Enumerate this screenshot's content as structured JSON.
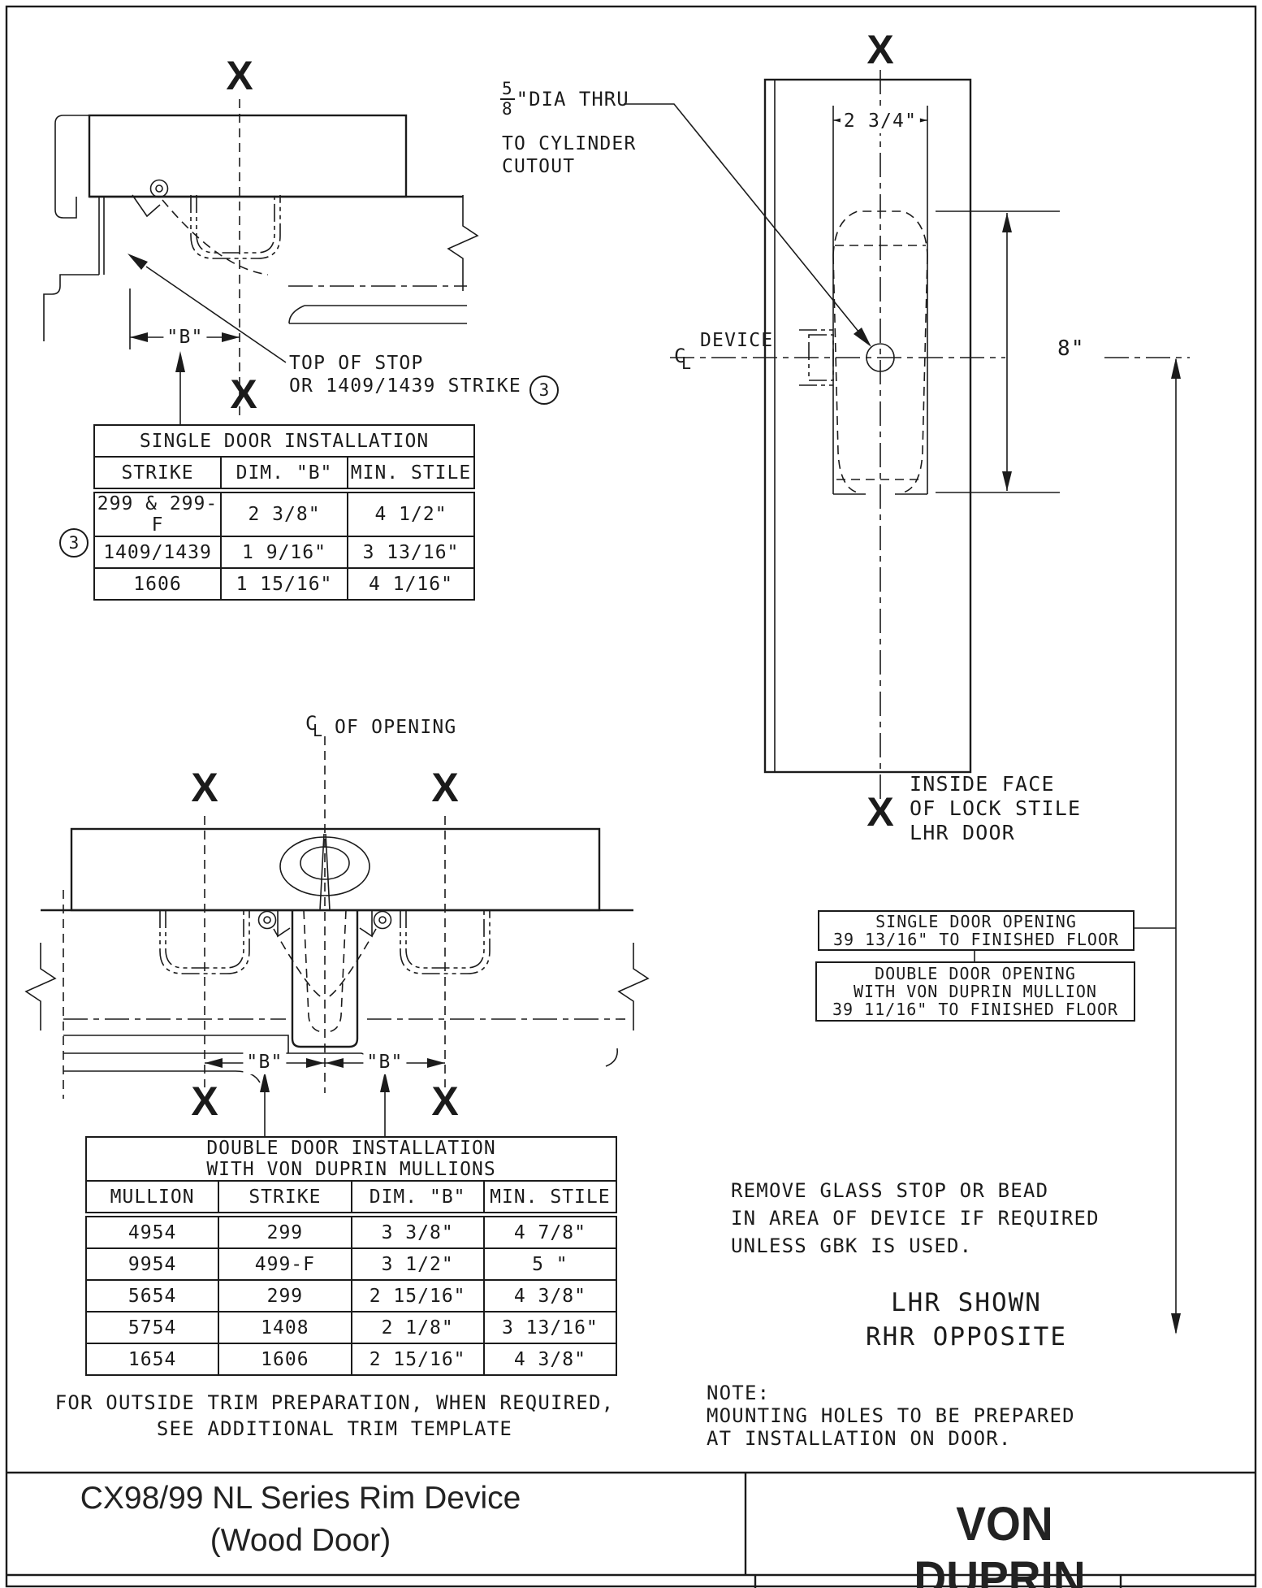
{
  "drawing": {
    "marker_x": "X",
    "cl_c": "C",
    "cl_l": "L"
  },
  "section_single": {
    "dim_b": "\"B\"",
    "callout_line1": "TOP OF STOP",
    "callout_line2": "OR 1409/1439 STRIKE",
    "callout_ref": "3"
  },
  "single_table": {
    "title": "SINGLE DOOR INSTALLATION",
    "columns": [
      "STRIKE",
      "DIM. \"B\"",
      "MIN. STILE"
    ],
    "rows": [
      [
        "299 & 299-F",
        "2 3/8\"",
        "4 1/2\""
      ],
      [
        "1409/1439",
        "1 9/16\"",
        "3 13/16\""
      ],
      [
        "1606",
        "1 15/16\"",
        "4 1/16\""
      ]
    ],
    "row_marker": "3"
  },
  "elevation": {
    "dia_numerator": "5",
    "dia_denominator": "8",
    "dia_suffix": "\"DIA THRU",
    "dia_line2": "TO CYLINDER",
    "dia_line3": "CUTOUT",
    "width_dim": "2 3/4\"",
    "device_label": "DEVICE",
    "height_dim": "8\"",
    "inside_face_line1": "INSIDE FACE",
    "inside_face_line2": "OF LOCK STILE",
    "inside_face_line3": "LHR DOOR"
  },
  "section_double": {
    "opening_label": "OF OPENING",
    "dim_b_left": "\"B\"",
    "dim_b_right": "\"B\""
  },
  "opening_boxes": {
    "single_line1": "SINGLE DOOR OPENING",
    "single_line2": "39 13/16\" TO FINISHED FLOOR",
    "double_line1": "DOUBLE DOOR OPENING",
    "double_line2": "WITH VON DUPRIN MULLION",
    "double_line3": "39 11/16\" TO FINISHED FLOOR"
  },
  "double_table": {
    "title": [
      "DOUBLE DOOR INSTALLATION",
      "WITH VON DUPRIN MULLIONS"
    ],
    "columns": [
      "MULLION",
      "STRIKE",
      "DIM. \"B\"",
      "MIN. STILE"
    ],
    "rows": [
      [
        "4954",
        "299",
        "3 3/8\"",
        "4 7/8\""
      ],
      [
        "9954",
        "499-F",
        "3 1/2\"",
        "5 \""
      ],
      [
        "5654",
        "299",
        "2 15/16\"",
        "4 3/8\""
      ],
      [
        "5754",
        "1408",
        "2 1/8\"",
        "3 13/16\""
      ],
      [
        "1654",
        "1606",
        "2 15/16\"",
        "4 3/8\""
      ]
    ]
  },
  "notes": {
    "trim_line1": "FOR OUTSIDE TRIM PREPARATION, WHEN REQUIRED,",
    "trim_line2": "SEE ADDITIONAL TRIM TEMPLATE",
    "glass_line1": "REMOVE GLASS STOP OR BEAD",
    "glass_line2": "IN AREA OF DEVICE IF REQUIRED",
    "glass_line3": "UNLESS GBK IS USED.",
    "handing_line1": "LHR SHOWN",
    "handing_line2": "RHR OPPOSITE",
    "note_label": "NOTE:",
    "note_line1": "MOUNTING HOLES TO BE PREPARED",
    "note_line2": "AT INSTALLATION ON DOOR."
  },
  "title_block": {
    "product_line1": "CX98/99 NL Series Rim Device",
    "product_line2": "(Wood Door)",
    "brand": "VON DUPRIN",
    "registered": "®"
  }
}
